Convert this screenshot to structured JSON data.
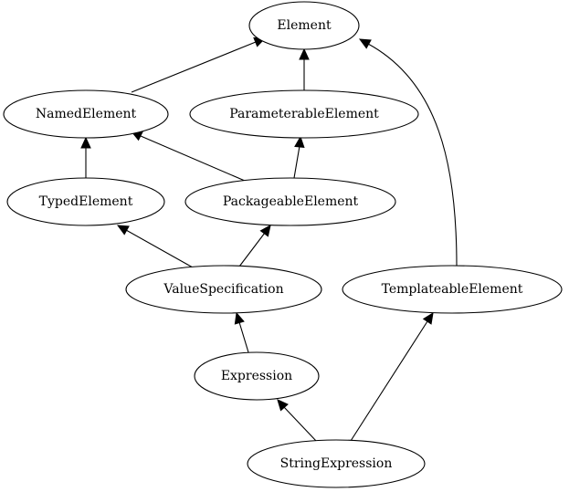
{
  "diagram": {
    "type": "inheritance-graph",
    "nodes": [
      {
        "id": "Element",
        "label": "Element"
      },
      {
        "id": "NamedElement",
        "label": "NamedElement"
      },
      {
        "id": "ParameterableElement",
        "label": "ParameterableElement"
      },
      {
        "id": "TypedElement",
        "label": "TypedElement"
      },
      {
        "id": "PackageableElement",
        "label": "PackageableElement"
      },
      {
        "id": "ValueSpecification",
        "label": "ValueSpecification"
      },
      {
        "id": "TemplateableElement",
        "label": "TemplateableElement"
      },
      {
        "id": "Expression",
        "label": "Expression"
      },
      {
        "id": "StringExpression",
        "label": "StringExpression"
      }
    ],
    "edges": [
      {
        "from": "NamedElement",
        "to": "Element"
      },
      {
        "from": "ParameterableElement",
        "to": "Element"
      },
      {
        "from": "TemplateableElement",
        "to": "Element"
      },
      {
        "from": "TypedElement",
        "to": "NamedElement"
      },
      {
        "from": "PackageableElement",
        "to": "NamedElement"
      },
      {
        "from": "PackageableElement",
        "to": "ParameterableElement"
      },
      {
        "from": "ValueSpecification",
        "to": "TypedElement"
      },
      {
        "from": "ValueSpecification",
        "to": "PackageableElement"
      },
      {
        "from": "Expression",
        "to": "ValueSpecification"
      },
      {
        "from": "StringExpression",
        "to": "Expression"
      },
      {
        "from": "StringExpression",
        "to": "TemplateableElement"
      }
    ],
    "colors": {
      "stroke": "#000000",
      "fill": "#ffffff",
      "text": "#000000"
    }
  }
}
